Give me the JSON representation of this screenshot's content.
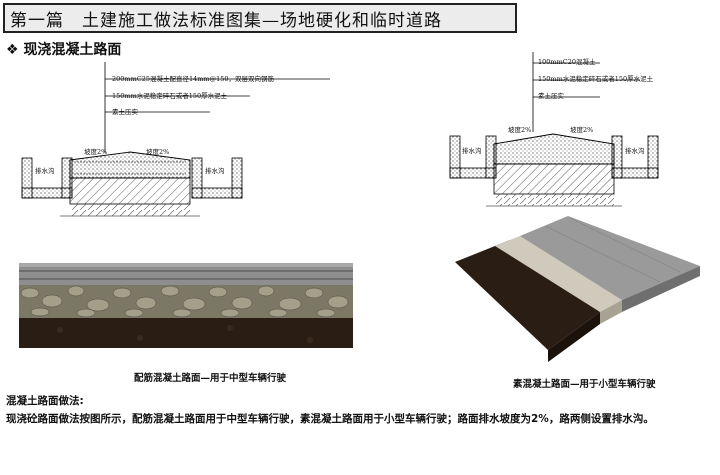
{
  "header": {
    "title": "第一篇　土建施工做法标准图集—场地硬化和临时道路"
  },
  "section": {
    "bullet": "❖",
    "title": "现浇混凝土路面"
  },
  "left_diagram": {
    "notes": [
      "200mmC25混凝土配直径14mm@150，双层双向钢筋",
      "150mm水泥稳定碎石或者150厚水泥土",
      "素土压实"
    ],
    "slope_left": "坡度2%",
    "slope_right": "坡度2%",
    "drain_left": "排水沟",
    "drain_right": "排水沟",
    "caption": "配筋混凝土路面—用于中型车辆行驶"
  },
  "right_diagram": {
    "notes": [
      "100mmC20混凝土",
      "150mm水泥稳定碎石或者150厚水泥土",
      "素土压实"
    ],
    "slope_left": "坡度2%",
    "slope_right": "坡度2%",
    "drain_left": "排水沟",
    "drain_right": "排水沟",
    "caption": "素混凝土路面—用于小型车辆行驶"
  },
  "description": {
    "heading": "混凝土路面做法:",
    "body": "现浇砼路面做法按图所示，配筋混凝土路面用于中型车辆行驶，素混凝土路面用于小型车辆行驶；路面排水坡度为2%，路两侧设置排水沟。"
  },
  "colors": {
    "title_bg": "#ececec",
    "concrete": "#bdbdbd",
    "gravel": "#8a8577",
    "soil": "#2a1d14"
  }
}
